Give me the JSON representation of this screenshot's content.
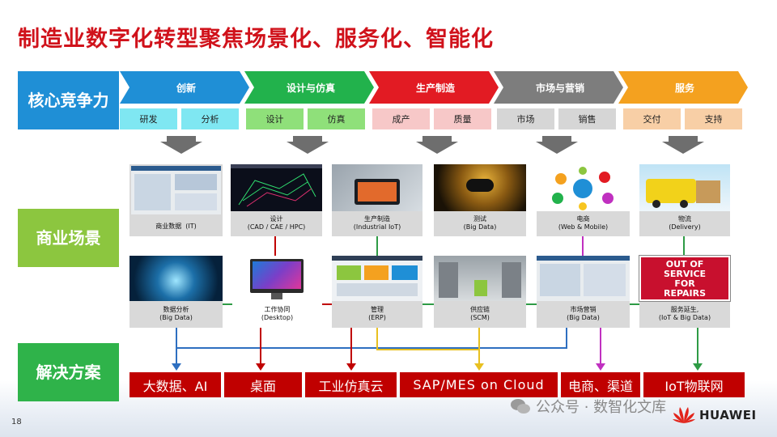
{
  "title": "制造业数字化转型聚焦场景化、服务化、智能化",
  "side_labels": {
    "core": "核心竞争力",
    "business": "商业场景",
    "solution": "解决方案"
  },
  "stages": [
    {
      "label": "创新",
      "color": "#1f8fd6",
      "subs": [
        "研发",
        "分析"
      ],
      "sub_color": "#7fe7f2"
    },
    {
      "label": "设计与仿真",
      "color": "#22b24c",
      "subs": [
        "设计",
        "仿真"
      ],
      "sub_color": "#8fe07a"
    },
    {
      "label": "生产制造",
      "color": "#e21b23",
      "subs": [
        "成产",
        "质量"
      ],
      "sub_color": "#f7c8c8"
    },
    {
      "label": "市场与营销",
      "color": "#7d7d7d",
      "subs": [
        "市场",
        "销售"
      ],
      "sub_color": "#d6d6d6"
    },
    {
      "label": "服务",
      "color": "#f4a11f",
      "subs": [
        "交付",
        "支持"
      ],
      "sub_color": "#f8cfa6"
    }
  ],
  "scenarios_top": [
    {
      "title": "商业数据",
      "sub": "(IT)",
      "inline": true
    },
    {
      "title": "设计",
      "sub": "(CAD / CAE / HPC)"
    },
    {
      "title": "生产制造",
      "sub": "(Industrial IoT)"
    },
    {
      "title": "测试",
      "sub": "(Big Data)"
    },
    {
      "title": "电商",
      "sub": "(Web & Mobile)"
    },
    {
      "title": "物流",
      "sub": "(Delivery)"
    }
  ],
  "scenarios_bottom": [
    {
      "title": "数据分析",
      "sub": "(Big Data)"
    },
    {
      "title": "工作协同",
      "sub": "(Desktop)"
    },
    {
      "title": "管理",
      "sub": "(ERP)"
    },
    {
      "title": "供应链",
      "sub": "(SCM)"
    },
    {
      "title": "市场营销",
      "sub": "(Big Data)"
    },
    {
      "title": "服务延生,",
      "sub": "(IoT & Big Data)"
    }
  ],
  "sign_text": [
    "OUT OF",
    "SERVICE",
    "FOR",
    "REPAIRS"
  ],
  "solutions": [
    "大数据、AI",
    "桌面",
    "工业仿真云",
    "SAP/MES  on  Cloud",
    "电商、渠道",
    "IoT物联网"
  ],
  "watermark": "公众号 · 数智化文库",
  "page_number": "18",
  "brand": "HUAWEI",
  "colors": {
    "title": "#d0121b",
    "side_blue": "#1f8fd6",
    "side_green": "#8cc63f",
    "side_green2": "#2fb34a",
    "solution_red": "#c00000"
  }
}
